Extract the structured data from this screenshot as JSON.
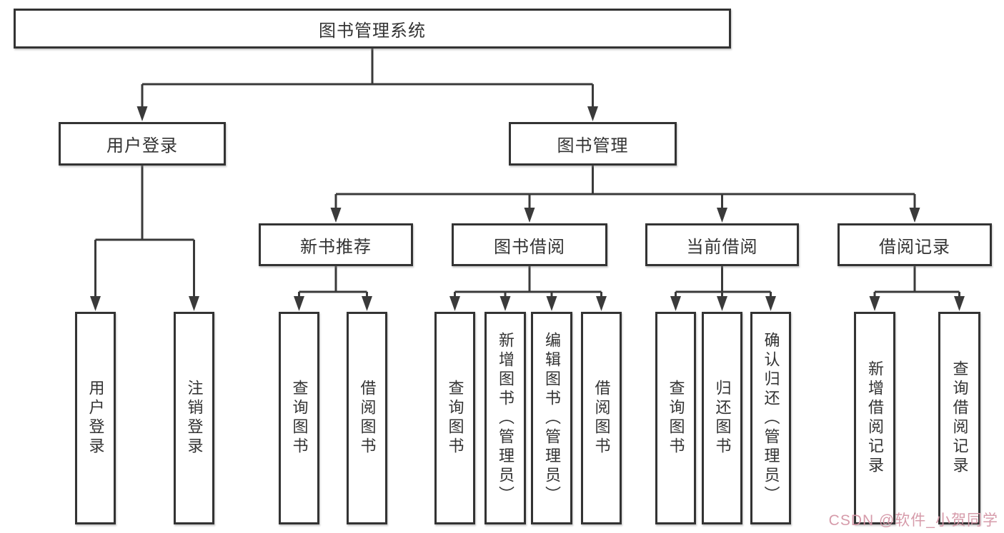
{
  "diagram": {
    "root": "图书管理系统",
    "level2": {
      "login": "用户登录",
      "manage": "图书管理"
    },
    "level3": {
      "new_books": "新书推荐",
      "borrow": "图书借阅",
      "current": "当前借阅",
      "records": "借阅记录"
    },
    "leaves": {
      "login": [
        "用户登录",
        "注销登录"
      ],
      "new_books": [
        "查询图书",
        "借阅图书"
      ],
      "borrow": [
        "查询图书",
        "新增图书（管理员）",
        "编辑图书（管理员）",
        "借阅图书"
      ],
      "current": [
        "查询图书",
        "归还图书",
        "确认归还（管理员）"
      ],
      "records": [
        "新增借阅记录",
        "查询借阅记录"
      ]
    }
  },
  "watermark": "CSDN @软件_小贺同学",
  "colors": {
    "line": "#3a3a3a",
    "border": "#333333",
    "text": "#333333",
    "background": "#ffffff",
    "watermark": "#d496a5"
  }
}
